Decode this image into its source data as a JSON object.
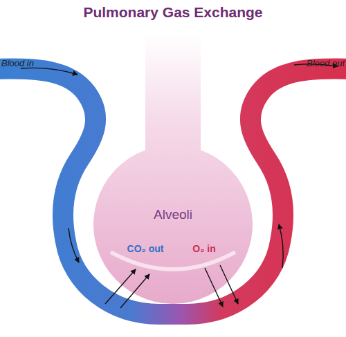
{
  "diagram": {
    "title": "Pulmonary Gas Exchange",
    "nodes": [
      {
        "text": [
          "Alveoli",
          "CO₂ out",
          "O₂ in"
        ]
      }
    ],
    "labels": [
      "Blood in",
      "Blood out"
    ]
  }
}
